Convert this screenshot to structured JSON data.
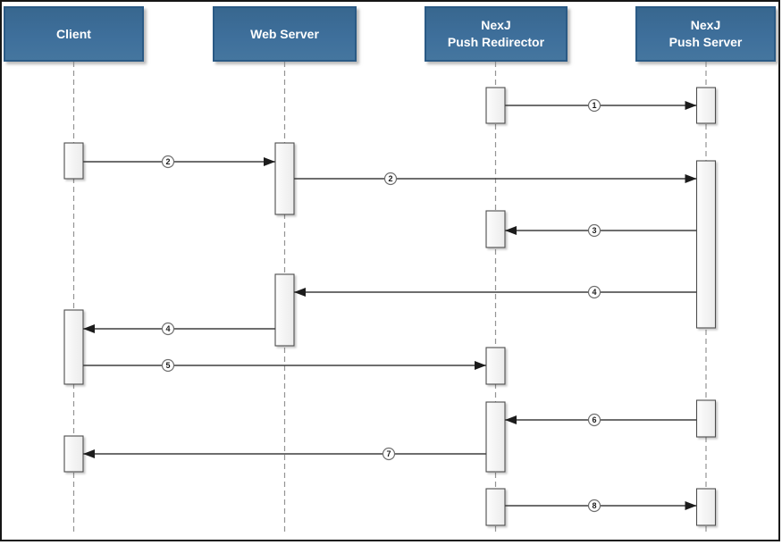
{
  "diagram": {
    "type": "sequence-diagram",
    "actors": [
      {
        "id": "client",
        "label": "Client"
      },
      {
        "id": "web-server",
        "label": "Web Server"
      },
      {
        "id": "push-redirector",
        "label": "NexJ\nPush Redirector"
      },
      {
        "id": "push-server",
        "label": "NexJ\nPush Server"
      }
    ],
    "messages": [
      {
        "label": "1",
        "from": "push-redirector",
        "to": "push-server",
        "direction": "right"
      },
      {
        "label": "2",
        "from": "client",
        "to": "web-server",
        "direction": "right"
      },
      {
        "label": "2",
        "from": "web-server",
        "to": "push-server",
        "direction": "right"
      },
      {
        "label": "3",
        "from": "push-server",
        "to": "push-redirector",
        "direction": "left"
      },
      {
        "label": "4",
        "from": "push-server",
        "to": "web-server",
        "direction": "left"
      },
      {
        "label": "4",
        "from": "web-server",
        "to": "client",
        "direction": "left"
      },
      {
        "label": "5",
        "from": "client",
        "to": "push-redirector",
        "direction": "right"
      },
      {
        "label": "6",
        "from": "push-server",
        "to": "push-redirector",
        "direction": "left"
      },
      {
        "label": "7",
        "from": "push-redirector",
        "to": "client",
        "direction": "left"
      },
      {
        "label": "8",
        "from": "push-redirector",
        "to": "push-server",
        "direction": "right"
      }
    ],
    "colors": {
      "actor_fill_top": "#38678f",
      "actor_fill_bottom": "#45769f",
      "actor_border": "#2a5a85",
      "actor_text": "#ffffff",
      "lifeline": "#949494",
      "arrow": "#3f3f3f",
      "activation_fill": "#f5f5f5",
      "activation_border": "#4d4d4d",
      "page_border": "#161616",
      "background": "#ffffff"
    }
  }
}
